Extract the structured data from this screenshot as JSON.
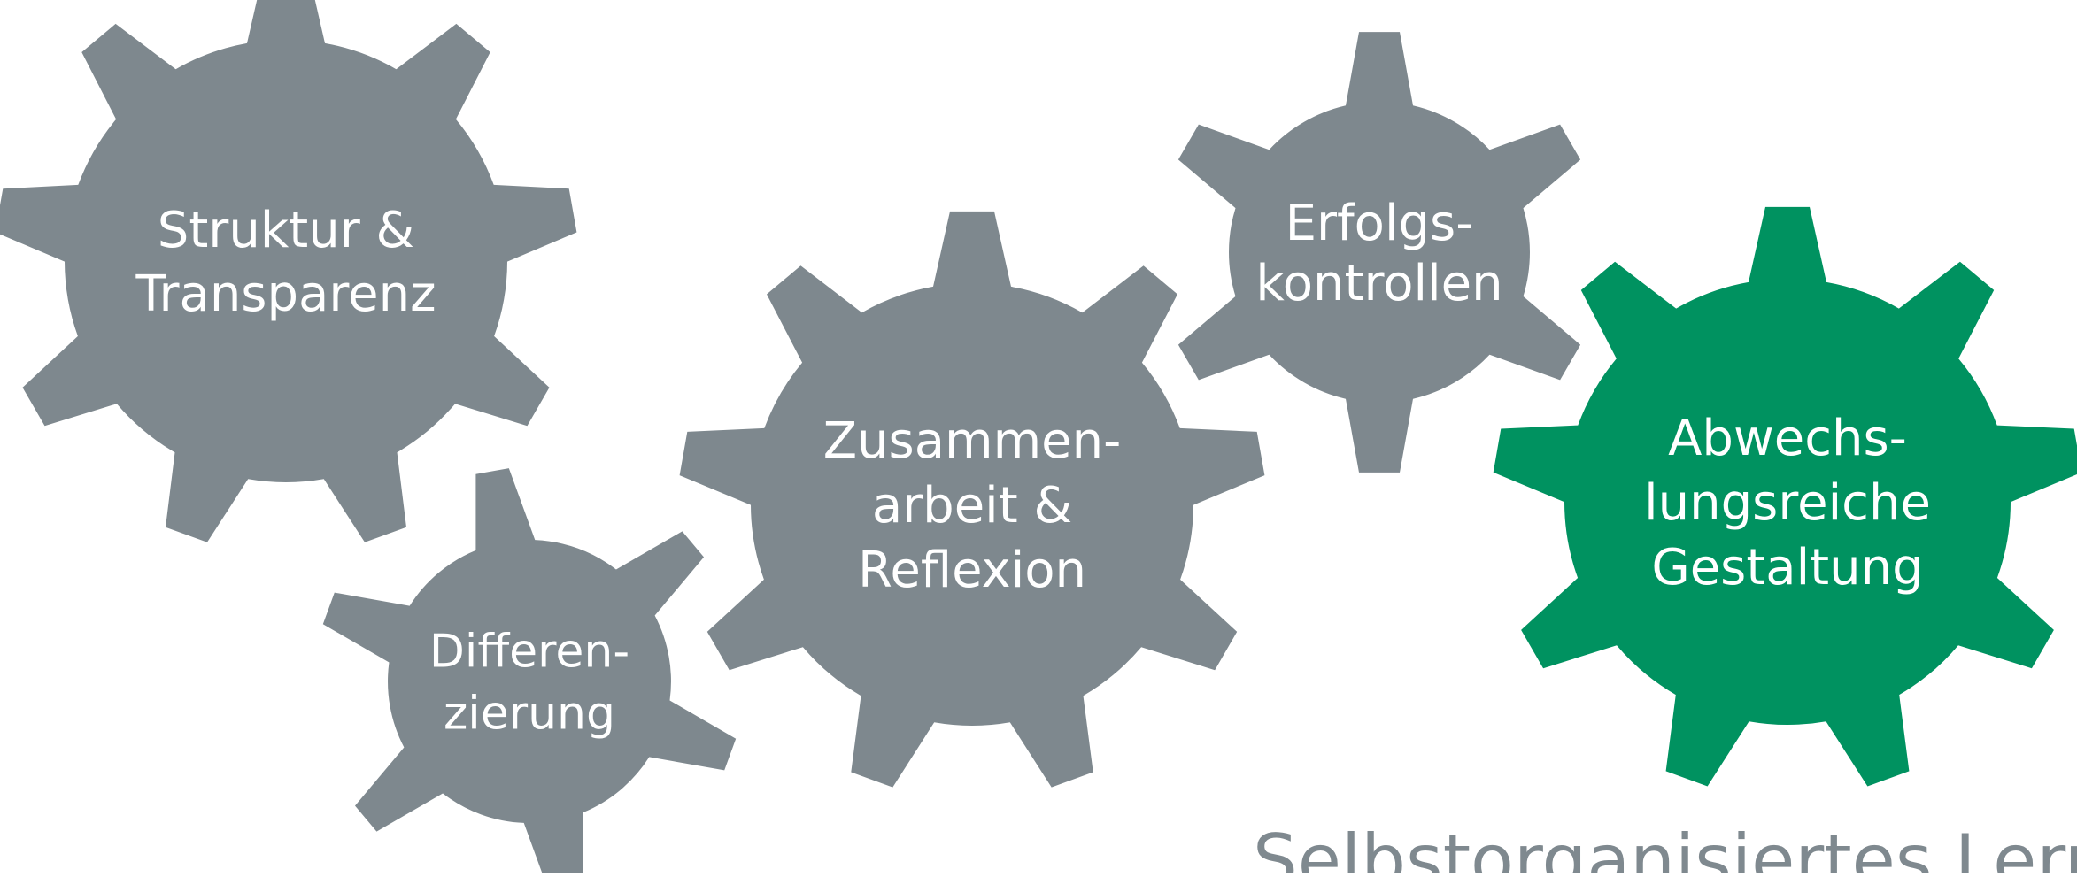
{
  "colors": {
    "gear_gray": "#7e888e",
    "gear_green": "#009260",
    "label_text": "#ffffff",
    "caption_text": "#7f898f"
  },
  "gears": [
    {
      "name": "gear-struktur",
      "color": "gear_gray",
      "lines": [
        "Struktur &",
        "Transparenz"
      ]
    },
    {
      "name": "gear-differenzierung",
      "color": "gear_gray",
      "lines": [
        "Differen-",
        "zierung"
      ]
    },
    {
      "name": "gear-zusammenarbeit",
      "color": "gear_gray",
      "lines": [
        "Zusammen-",
        "arbeit &",
        "Reflexion"
      ]
    },
    {
      "name": "gear-erfolgskontrollen",
      "color": "gear_gray",
      "lines": [
        "Erfolgs-",
        "kontrollen"
      ]
    },
    {
      "name": "gear-abwechslung",
      "color": "gear_green",
      "lines": [
        "Abwechs-",
        "lungsreiche",
        "Gestaltung"
      ]
    }
  ],
  "caption": "Selbstorganisiertes Lernen"
}
